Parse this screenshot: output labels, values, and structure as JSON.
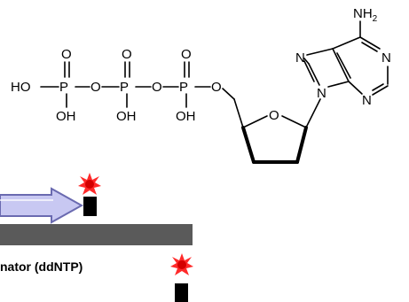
{
  "molecule": {
    "phosphates": [
      {
        "ho": "HO",
        "p": "P",
        "o_top": "O",
        "oh": "OH"
      },
      {
        "link": "O",
        "p": "P",
        "o_top": "O",
        "oh": "OH"
      },
      {
        "link": "O",
        "p": "P",
        "o_top": "O",
        "oh": "OH"
      }
    ],
    "ester_o": "O",
    "ring_o": "O",
    "base": {
      "amine": "NH",
      "amine_sub": "2",
      "n1": "N",
      "n3": "N",
      "n7": "N",
      "n9": "N"
    }
  },
  "label": {
    "terminator": "nator (ddNTP)"
  },
  "colors": {
    "strand_fill": "#5a5a5a",
    "primer_fill": "#c8c8f2",
    "primer_stroke": "#6a6ab0",
    "dye_outer": "#ff2a2a",
    "dye_inner": "#d40000",
    "block": "#000000"
  }
}
